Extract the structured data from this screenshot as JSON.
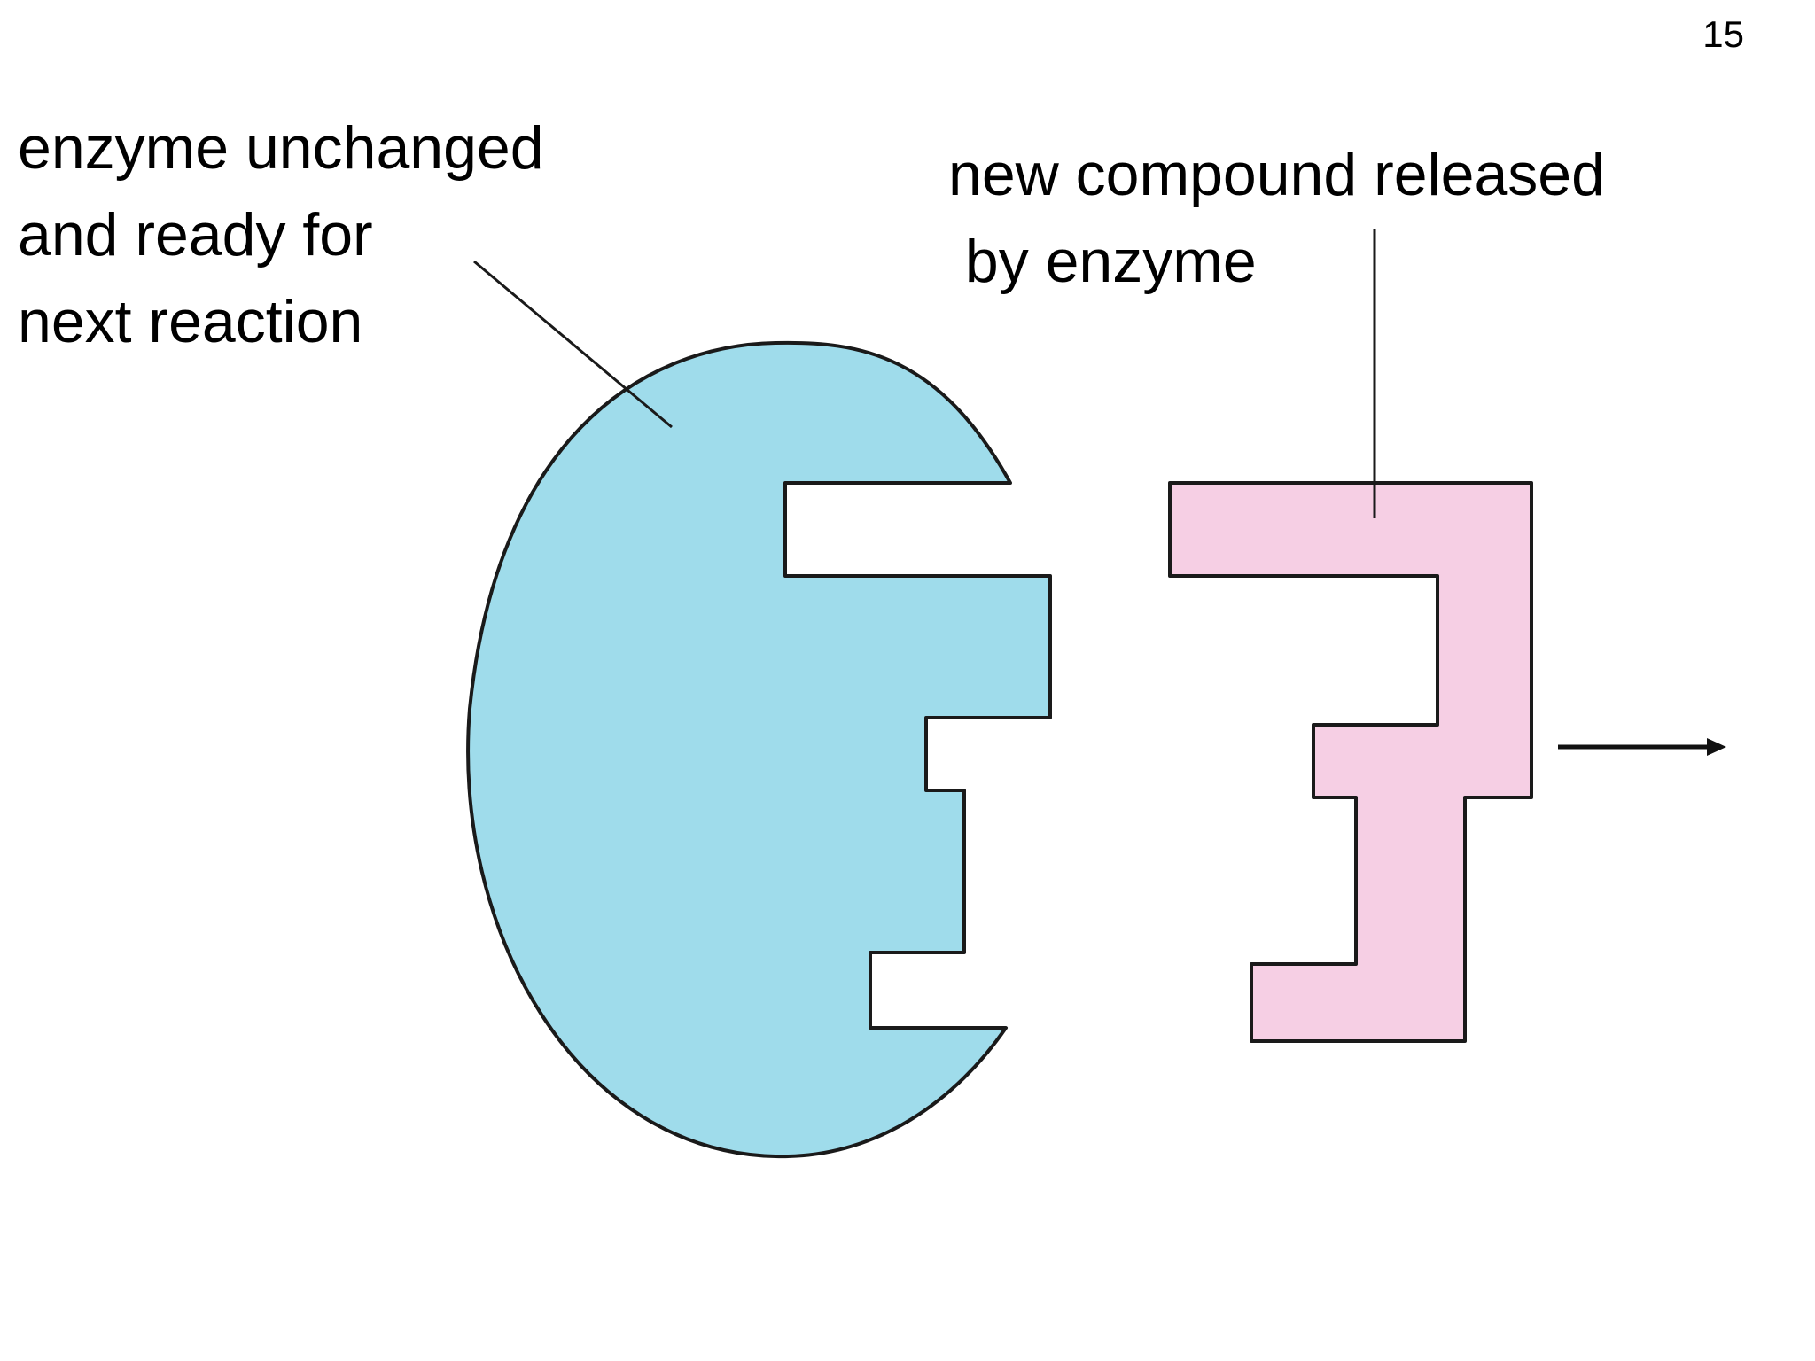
{
  "slide": {
    "page_number": "15"
  },
  "labels": {
    "enzyme_line1": "enzyme unchanged",
    "enzyme_line2": "and ready for",
    "enzyme_line3": "next reaction",
    "compound_line1": "new compound released",
    "compound_line2": " by enzyme"
  },
  "colors": {
    "enzyme_fill": "#9fdceb",
    "compound_fill": "#f6cfe4",
    "outline": "#1a1a1a",
    "text": "#000000",
    "background": "#ffffff"
  },
  "shapes": {
    "enzyme": "enzyme-blob",
    "product": "product-compound",
    "direction": "arrow-right"
  }
}
